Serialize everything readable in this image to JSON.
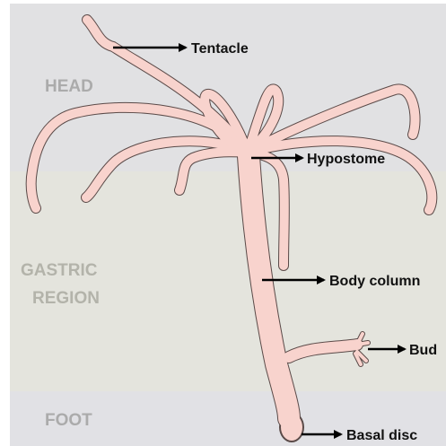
{
  "regions": {
    "head": "HEAD",
    "gastric_line1": "GASTRIC",
    "gastric_line2": "REGION",
    "foot": "FOOT"
  },
  "labels": {
    "tentacle": "Tentacle",
    "hypostome": "Hypostome",
    "body_column": "Body column",
    "bud": "Bud",
    "basal_disc": "Basal disc"
  },
  "colors": {
    "head_band": "#e1e1e3",
    "gastric_band": "#e4e4dd",
    "foot_band": "#e1e1e5",
    "body_fill": "#f8d3cd",
    "body_outline": "#5a4a48",
    "arrow": "#000000"
  }
}
